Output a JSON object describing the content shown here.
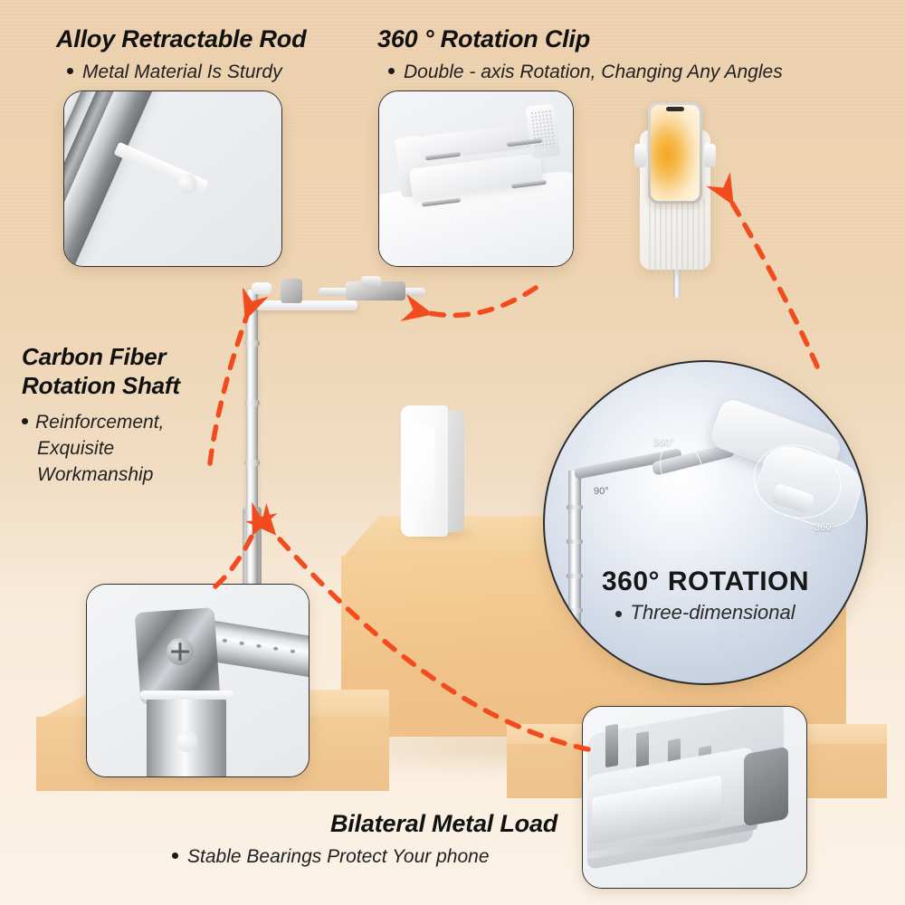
{
  "background": {
    "top_color": "#ecd0ad",
    "bottom_color": "#fbf3ea",
    "podium_color": "#f2cd98",
    "arrow_color": "#f24c1e"
  },
  "features": [
    {
      "id": "alloy-retractable-rod",
      "title": "Alloy Retractable Rod",
      "bullet": "Metal Material Is Sturdy",
      "photo": "telescoping-metal-rod-closeup"
    },
    {
      "id": "rotation-clip",
      "title": "360 ° Rotation Clip",
      "bullet": "Double - axis Rotation, Changing Any Angles",
      "photo": "white-phone-clip-closeup"
    },
    {
      "id": "carbon-fiber-rotation-shaft",
      "title_line1": "Carbon Fiber",
      "title_line2": "Rotation Shaft",
      "bullet_line1": "Reinforcement,",
      "bullet_line2": "Exquisite",
      "bullet_line3": "Workmanship",
      "photo": "metal-rotation-joint-closeup"
    },
    {
      "id": "bilateral-metal-load",
      "title": "Bilateral Metal Load",
      "bullet": "Stable Bearings Protect Your phone",
      "photo": "metal-bearing-rail-closeup"
    }
  ],
  "circle_callout": {
    "id": "360-rotation",
    "title": "360° ROTATION",
    "bullet": "Three-dimensional",
    "annotations": {
      "top": "360°",
      "left": "90°",
      "bottom_right": "360°"
    }
  },
  "icons": {
    "bullet": "bullet-dot-icon",
    "arrow": "dashed-arrow-icon"
  }
}
